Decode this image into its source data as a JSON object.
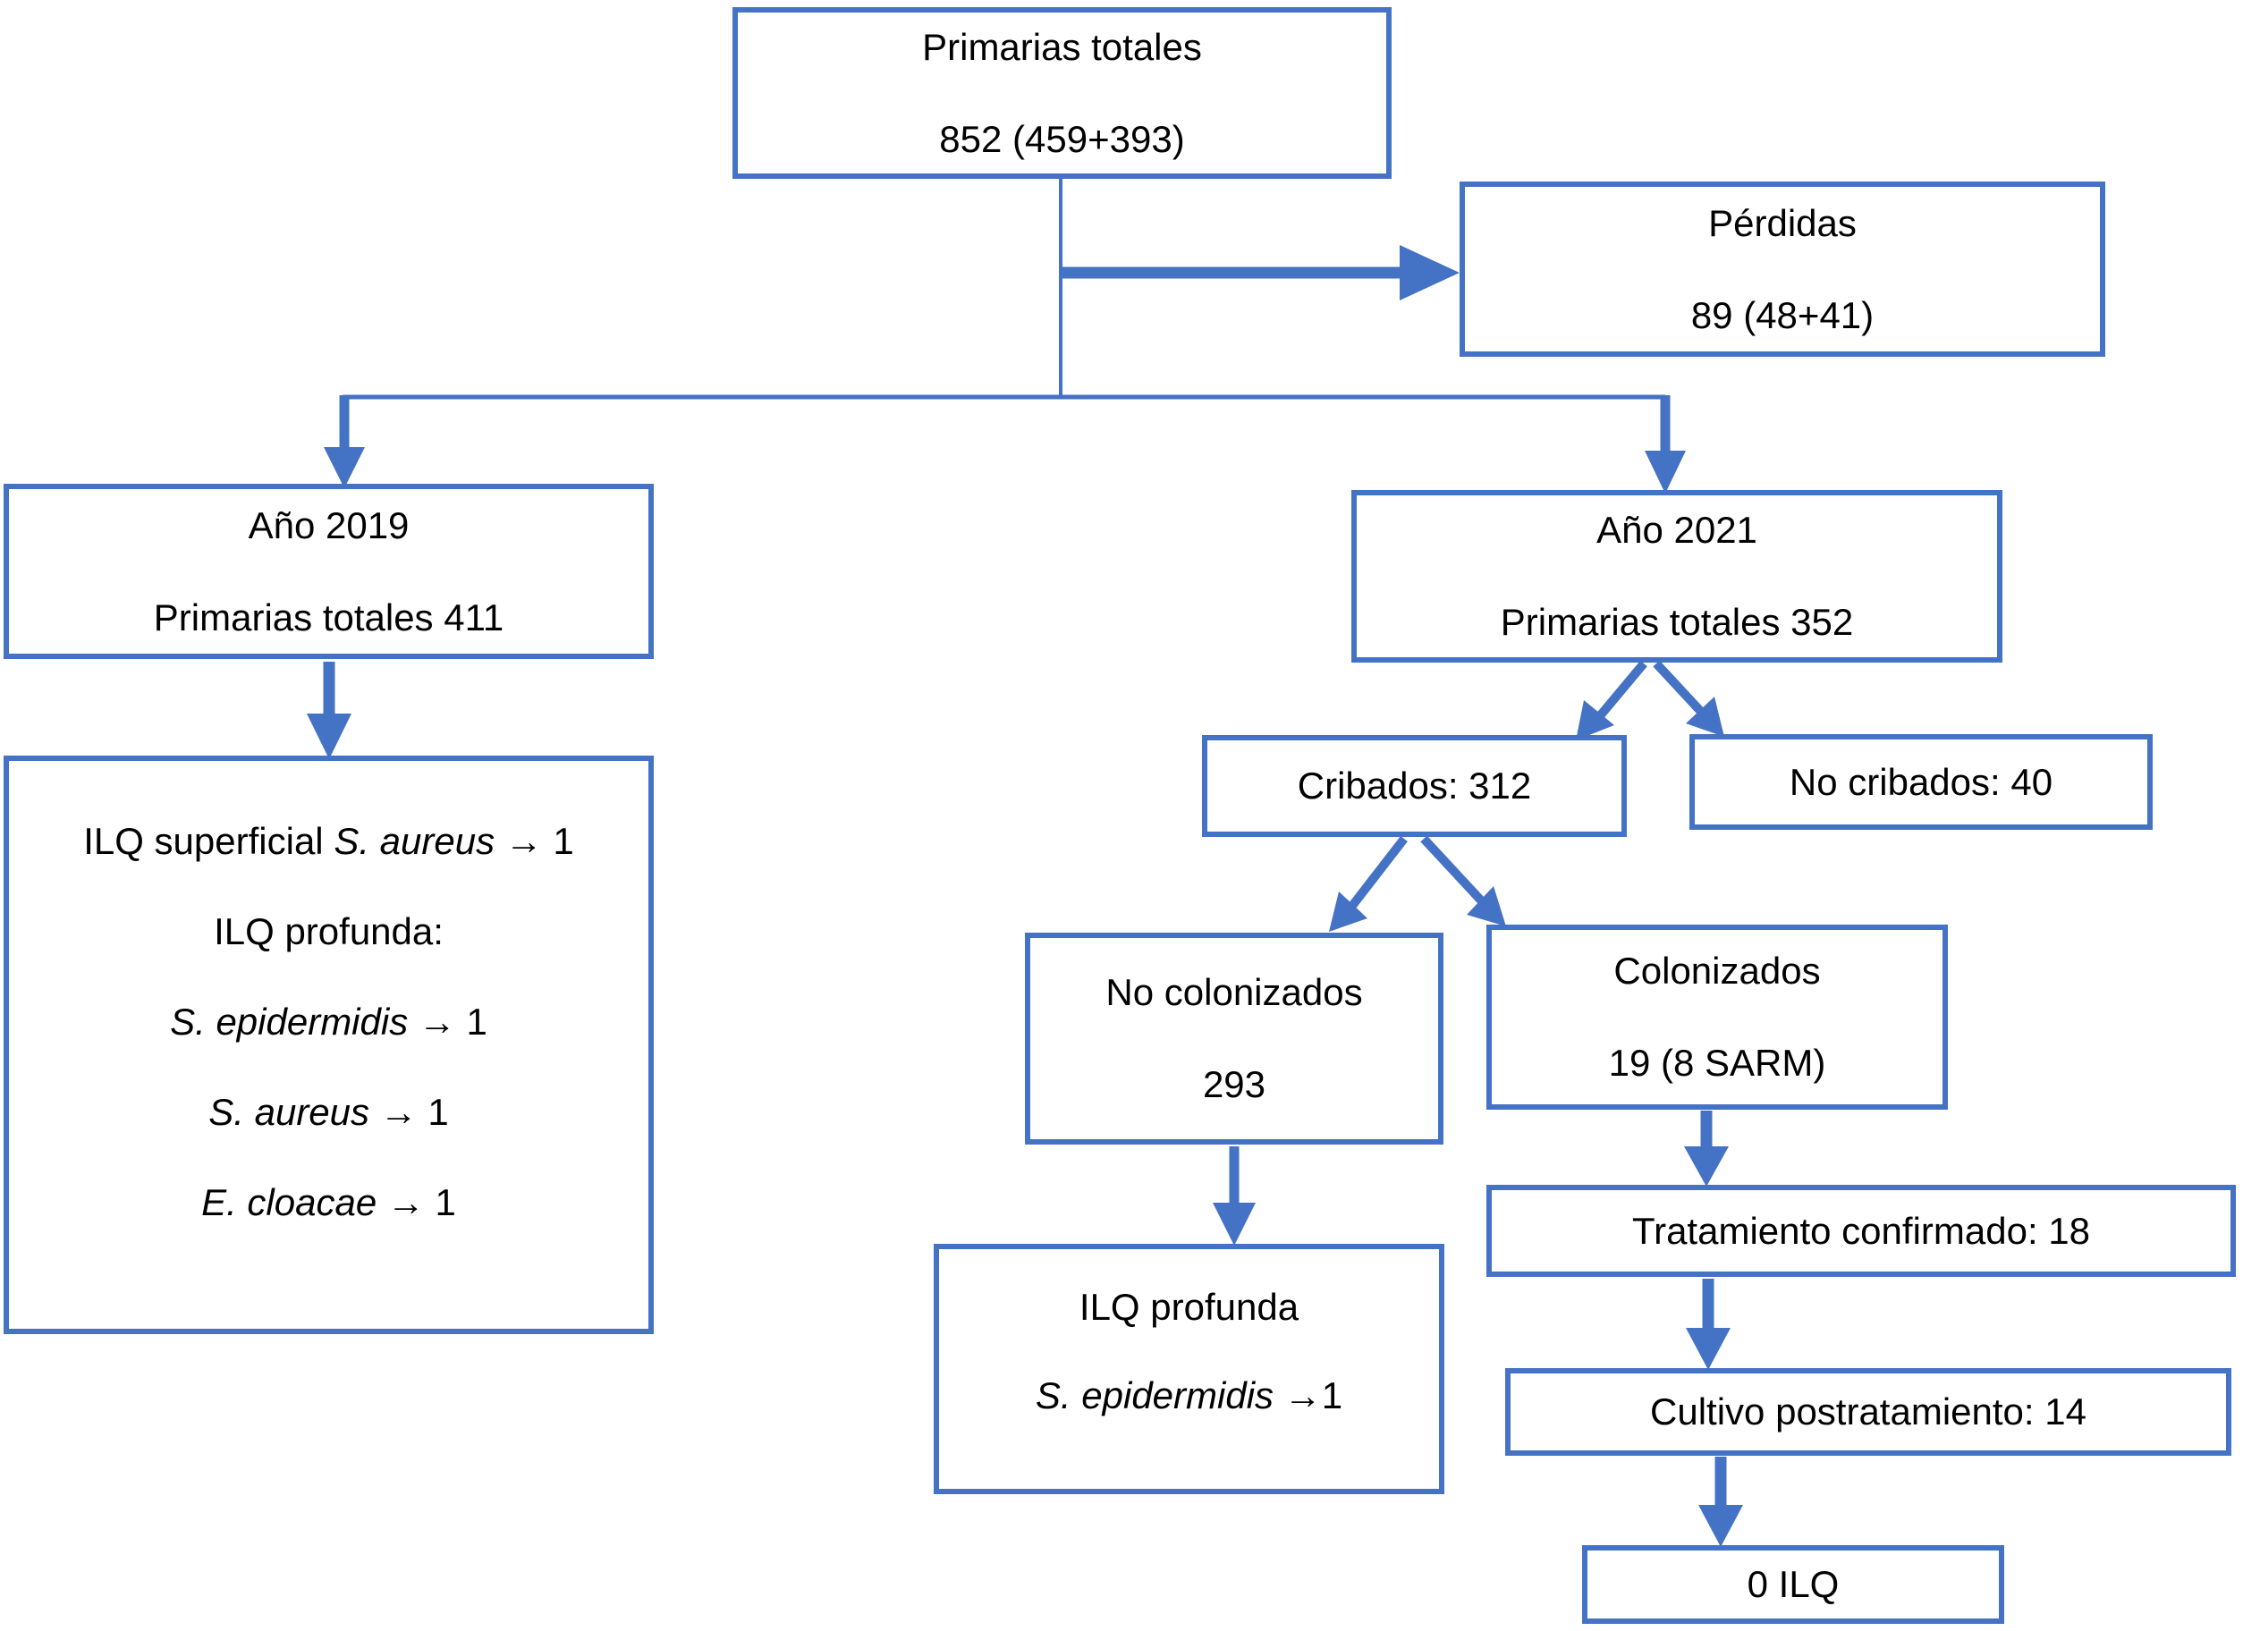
{
  "colors": {
    "accent": "#4472C4",
    "text": "#000000",
    "background": "#FFFFFF"
  },
  "boxes": {
    "primarias_totales": {
      "line1": "Primarias totales",
      "line2": "852 (459+393)"
    },
    "perdidas": {
      "line1": "Pérdidas",
      "line2": "89 (48+41)"
    },
    "ano_2019": {
      "line1": "Año 2019",
      "line2": "Primarias totales 411"
    },
    "ano_2021": {
      "line1": "Año 2021",
      "line2": "Primarias totales 352"
    },
    "ilq_2019": {
      "l1_pre": "ILQ superficial ",
      "l1_species": "S. aureus",
      "l1_post": " → 1",
      "l2": "ILQ profunda:",
      "l3_species": "S. epidermidis",
      "l3_post": " → 1",
      "l4_species": "S. aureus",
      "l4_post": " → 1",
      "l5_species": "E. cloacae",
      "l5_post": " → 1"
    },
    "cribados": {
      "label": "Cribados: 312"
    },
    "no_cribados": {
      "label": "No cribados: 40"
    },
    "no_colonizados": {
      "line1": "No colonizados",
      "line2": "293"
    },
    "colonizados": {
      "line1": "Colonizados",
      "line2": "19 (8 SARM)"
    },
    "ilq_profunda": {
      "line1": "ILQ profunda",
      "l2_species": "S. epidermidis",
      "l2_post": " →1"
    },
    "tratamiento_confirmado": {
      "label": "Tratamiento confirmado: 18"
    },
    "cultivo_postratamiento": {
      "label": "Cultivo postratamiento: 14"
    },
    "cero_ilq": {
      "label": "0 ILQ"
    }
  }
}
